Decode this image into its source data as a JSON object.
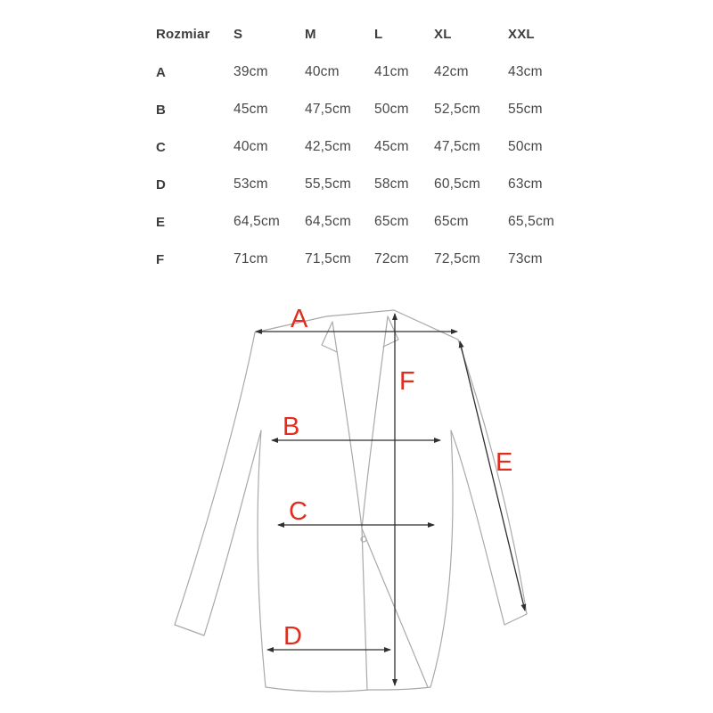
{
  "table": {
    "header": [
      "Rozmiar",
      "S",
      "M",
      "L",
      "XL",
      "XXL"
    ],
    "rows": [
      {
        "label": "A",
        "values": [
          "39cm",
          "40cm",
          "41cm",
          "42cm",
          "43cm"
        ]
      },
      {
        "label": "B",
        "values": [
          "45cm",
          "47,5cm",
          "50cm",
          "52,5cm",
          "55cm"
        ]
      },
      {
        "label": "C",
        "values": [
          "40cm",
          "42,5cm",
          "45cm",
          "47,5cm",
          "50cm"
        ]
      },
      {
        "label": "D",
        "values": [
          "53cm",
          "55,5cm",
          "58cm",
          "60,5cm",
          "63cm"
        ]
      },
      {
        "label": "E",
        "values": [
          "64,5cm",
          "64,5cm",
          "65cm",
          "65cm",
          "65,5cm"
        ]
      },
      {
        "label": "F",
        "values": [
          "71cm",
          "71,5cm",
          "72cm",
          "72,5cm",
          "73cm"
        ]
      }
    ]
  },
  "diagram": {
    "labels": {
      "A": "A",
      "B": "B",
      "C": "C",
      "D": "D",
      "E": "E",
      "F": "F"
    },
    "label_color": "#e12c1e",
    "line_color": "#2f2f2f",
    "outline_color": "#a9a9a9"
  }
}
